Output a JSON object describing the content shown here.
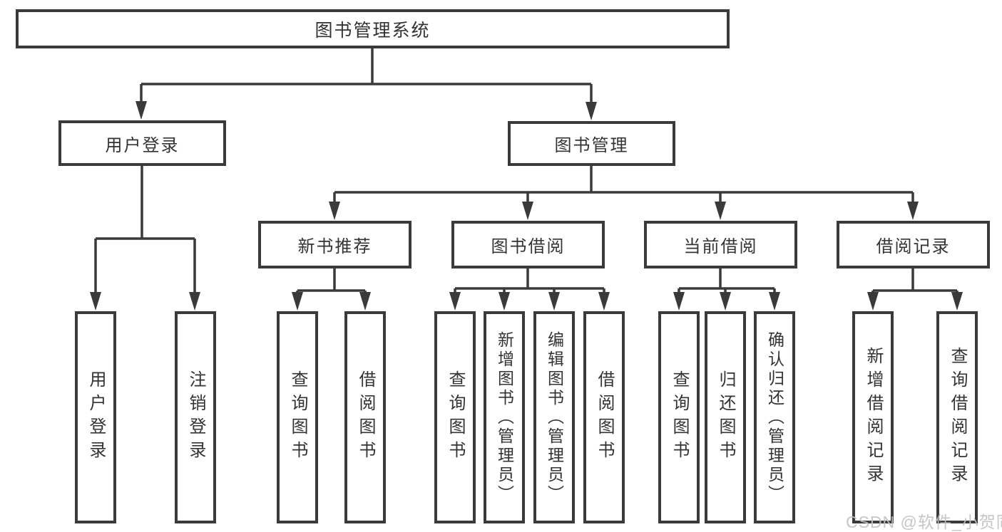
{
  "diagram": {
    "root": {
      "label": "图书管理系统"
    },
    "level2": {
      "user_login": {
        "label": "用户登录"
      },
      "book_mgmt": {
        "label": "图书管理"
      }
    },
    "level3": {
      "new_books": {
        "label": "新书推荐"
      },
      "book_borrow": {
        "label": "图书借阅"
      },
      "current_borrow": {
        "label": "当前借阅"
      },
      "borrow_records": {
        "label": "借阅记录"
      }
    },
    "leaves": {
      "login": {
        "label": "用户登录"
      },
      "logout": {
        "label": "注销登录"
      },
      "nb_query": {
        "label": "查询图书"
      },
      "nb_borrow": {
        "label": "借阅图书"
      },
      "bb_query": {
        "label": "查询图书"
      },
      "bb_add": {
        "label": "新增图书（管理员）"
      },
      "bb_edit": {
        "label": "编辑图书（管理员）"
      },
      "bb_borrow": {
        "label": "借阅图书"
      },
      "cb_query": {
        "label": "查询图书"
      },
      "cb_return": {
        "label": "归还图书"
      },
      "cb_confirm": {
        "label": "确认归还（管理员）"
      },
      "rec_add": {
        "label": "新增借阅记录"
      },
      "rec_query": {
        "label": "查询借阅记录"
      }
    }
  },
  "watermark": {
    "text": "CSDN @软件_小贺同学"
  },
  "colors": {
    "line": "#3a3a3a",
    "box_border": "#3a3a3a",
    "text": "#333333",
    "watermark": "#c1c1c1",
    "background": "#ffffff"
  }
}
